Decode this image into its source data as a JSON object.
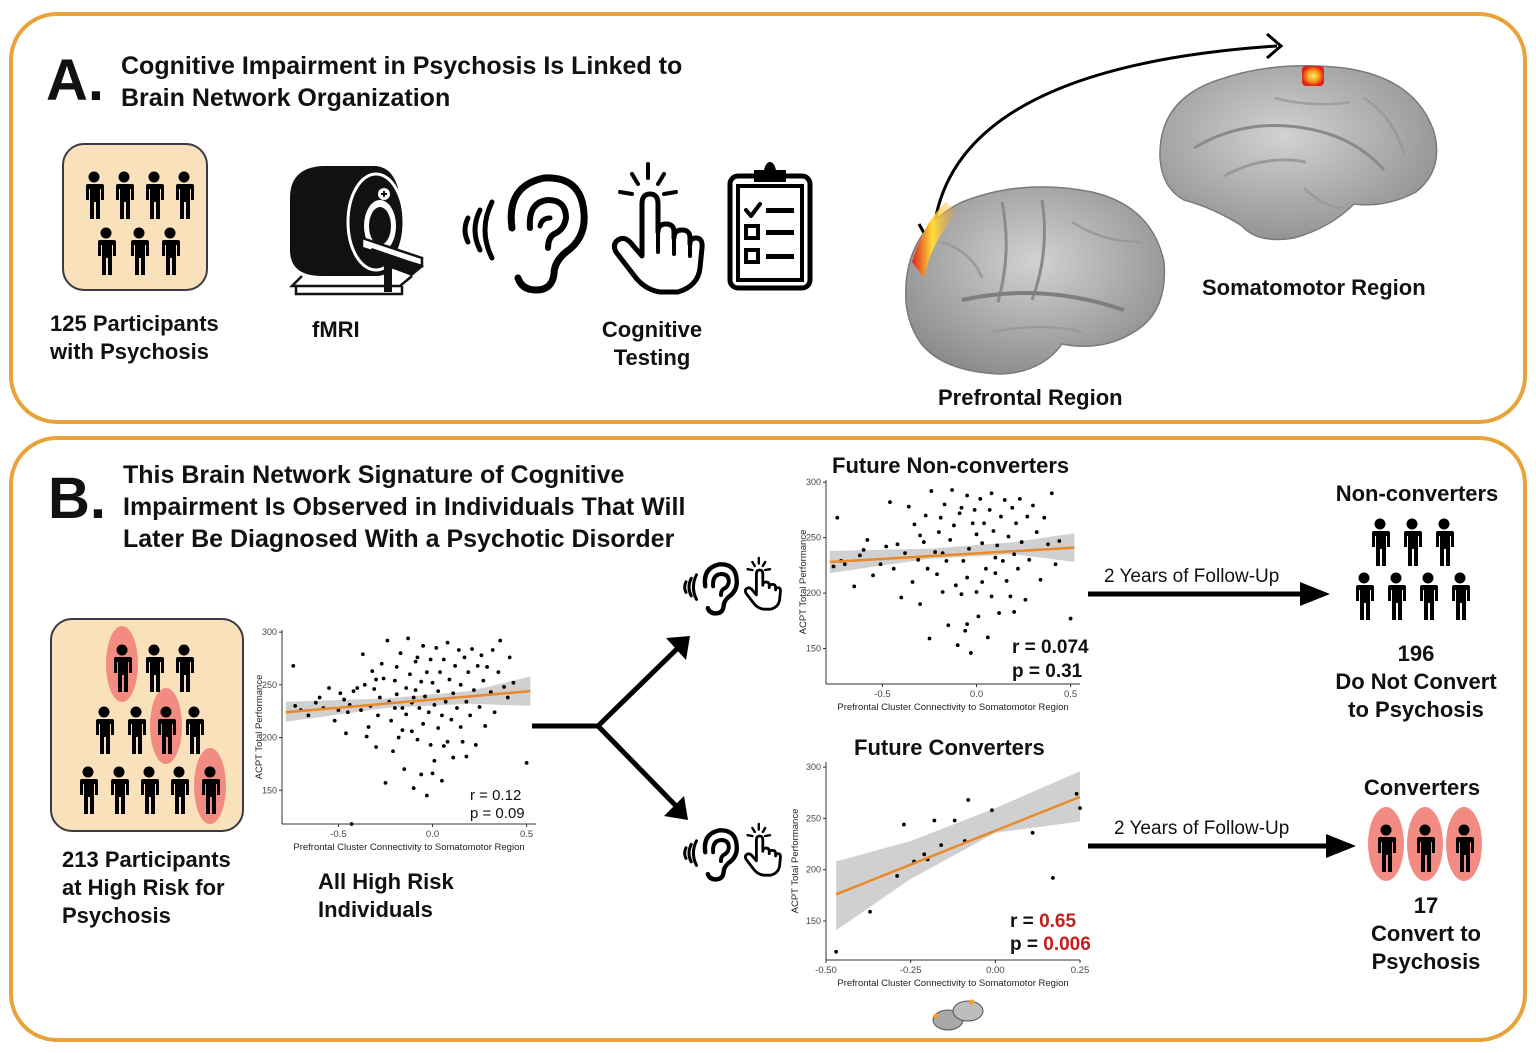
{
  "panel_a": {
    "letter": "A.",
    "heading_line1": "Cognitive Impairment in Psychosis Is Linked to",
    "heading_line2": "Brain Network Organization",
    "participants_line1": "125 Participants",
    "participants_line2": "with Psychosis",
    "fmri_label": "fMRI",
    "cognitive_line1": "Cognitive",
    "cognitive_line2": "Testing",
    "somatomotor_label": "Somatomotor Region",
    "prefrontal_label": "Prefrontal Region"
  },
  "panel_b": {
    "letter": "B.",
    "heading_line1": "This Brain Network Signature of Cognitive",
    "heading_line2": "Impairment Is Observed in Individuals That Will",
    "heading_line3": "Later Be Diagnosed With a Psychotic Disorder",
    "highrisk_line1": "213 Participants",
    "highrisk_line2": "at High Risk for",
    "highrisk_line3": "Psychosis",
    "allhigh_line1": "All High Risk",
    "allhigh_line2": "Individuals",
    "followup_nonconv": "2 Years of Follow-Up",
    "followup_conv": "2 Years of Follow-Up",
    "nonconv_title": "Non-converters",
    "nonconv_count": "196",
    "nonconv_line1": "Do Not Convert",
    "nonconv_line2": "to Psychosis",
    "conv_title": "Converters",
    "conv_count": "17",
    "conv_line1": "Convert to",
    "conv_line2": "Psychosis"
  },
  "colors": {
    "panel_border": "#e8a33a",
    "box_fill": "#f9e1bc",
    "fit_line": "#e8892a",
    "highlight": "#f28b82",
    "significant": "#c0201e"
  },
  "chart_data": [
    {
      "type": "scatter",
      "title": "",
      "xlabel": "Prefrontal Cluster Connectivity to Somatomotor Region",
      "ylabel": "ACPT Total Performance",
      "xlim": [
        -0.8,
        0.55
      ],
      "ylim": [
        118,
        302
      ],
      "xticks": [
        -0.5,
        0.0,
        0.5
      ],
      "xtick_labels": [
        "-0.5",
        "0.0",
        "0.5"
      ],
      "yticks": [
        150,
        200,
        250,
        300
      ],
      "ytick_labels": [
        "150",
        "200",
        "250",
        "300"
      ],
      "fit": {
        "x": [
          -0.78,
          0.52
        ],
        "y": [
          224,
          244
        ]
      },
      "ci_band": {
        "x": [
          -0.78,
          -0.25,
          0.2,
          0.52
        ],
        "lower": [
          215,
          228,
          232,
          230
        ],
        "upper": [
          234,
          237,
          244,
          258
        ]
      },
      "stat_r": "r = 0.12",
      "stat_p": "p = 0.09",
      "points": [
        [
          -0.74,
          268
        ],
        [
          -0.73,
          230
        ],
        [
          -0.7,
          226
        ],
        [
          -0.66,
          221
        ],
        [
          -0.62,
          233
        ],
        [
          -0.58,
          228
        ],
        [
          -0.55,
          247
        ],
        [
          -0.52,
          216
        ],
        [
          -0.5,
          226
        ],
        [
          -0.49,
          242
        ],
        [
          -0.47,
          236
        ],
        [
          -0.46,
          204
        ],
        [
          -0.45,
          224
        ],
        [
          -0.44,
          231
        ],
        [
          -0.43,
          118
        ],
        [
          -0.42,
          244
        ],
        [
          -0.4,
          247
        ],
        [
          -0.38,
          226
        ],
        [
          -0.37,
          279
        ],
        [
          -0.35,
          201
        ],
        [
          -0.34,
          210
        ],
        [
          -0.33,
          230
        ],
        [
          -0.32,
          263
        ],
        [
          -0.31,
          246
        ],
        [
          -0.3,
          191
        ],
        [
          -0.29,
          221
        ],
        [
          -0.28,
          238
        ],
        [
          -0.27,
          270
        ],
        [
          -0.26,
          256
        ],
        [
          -0.25,
          157
        ],
        [
          -0.24,
          292
        ],
        [
          -0.23,
          234
        ],
        [
          -0.22,
          216
        ],
        [
          -0.21,
          187
        ],
        [
          -0.2,
          254
        ],
        [
          -0.19,
          267
        ],
        [
          -0.19,
          241
        ],
        [
          -0.18,
          200
        ],
        [
          -0.17,
          280
        ],
        [
          -0.16,
          228
        ],
        [
          -0.15,
          170
        ],
        [
          -0.14,
          247
        ],
        [
          -0.14,
          222
        ],
        [
          -0.13,
          294
        ],
        [
          -0.12,
          260
        ],
        [
          -0.11,
          206
        ],
        [
          -0.11,
          233
        ],
        [
          -0.1,
          152
        ],
        [
          -0.09,
          272
        ],
        [
          -0.09,
          245
        ],
        [
          -0.08,
          198
        ],
        [
          -0.08,
          276
        ],
        [
          -0.07,
          228
        ],
        [
          -0.06,
          165
        ],
        [
          -0.06,
          253
        ],
        [
          -0.05,
          287
        ],
        [
          -0.05,
          213
        ],
        [
          -0.04,
          239
        ],
        [
          -0.03,
          145
        ],
        [
          -0.03,
          262
        ],
        [
          -0.02,
          224
        ],
        [
          -0.01,
          274
        ],
        [
          -0.01,
          193
        ],
        [
          0.0,
          252
        ],
        [
          0.01,
          231
        ],
        [
          0.01,
          178
        ],
        [
          0.02,
          285
        ],
        [
          0.03,
          244
        ],
        [
          0.03,
          209
        ],
        [
          0.04,
          262
        ],
        [
          0.05,
          221
        ],
        [
          0.05,
          159
        ],
        [
          0.06,
          274
        ],
        [
          0.07,
          234
        ],
        [
          0.08,
          196
        ],
        [
          0.08,
          290
        ],
        [
          0.09,
          255
        ],
        [
          0.1,
          217
        ],
        [
          0.11,
          242
        ],
        [
          0.11,
          181
        ],
        [
          0.12,
          268
        ],
        [
          0.13,
          228
        ],
        [
          0.14,
          283
        ],
        [
          0.15,
          210
        ],
        [
          0.15,
          250
        ],
        [
          0.16,
          196
        ],
        [
          0.17,
          276
        ],
        [
          0.18,
          234
        ],
        [
          0.19,
          262
        ],
        [
          0.2,
          221
        ],
        [
          0.21,
          284
        ],
        [
          0.22,
          245
        ],
        [
          0.23,
          193
        ],
        [
          0.24,
          268
        ],
        [
          0.25,
          229
        ],
        [
          0.26,
          278
        ],
        [
          0.27,
          254
        ],
        [
          0.28,
          211
        ],
        [
          0.29,
          267
        ],
        [
          0.31,
          243
        ],
        [
          0.32,
          283
        ],
        [
          0.33,
          224
        ],
        [
          0.35,
          262
        ],
        [
          0.36,
          292
        ],
        [
          0.38,
          248
        ],
        [
          0.4,
          238
        ],
        [
          0.41,
          276
        ],
        [
          0.43,
          252
        ],
        [
          0.5,
          176
        ],
        [
          -0.6,
          238
        ],
        [
          -0.36,
          250
        ],
        [
          -0.2,
          228
        ],
        [
          -0.1,
          238
        ],
        [
          0.18,
          182
        ],
        [
          0.06,
          192
        ],
        [
          -0.16,
          207
        ],
        [
          0.0,
          166
        ],
        [
          -0.3,
          255
        ]
      ]
    },
    {
      "type": "scatter",
      "title": "Future Non-converters",
      "xlabel": "Prefrontal Cluster Connectivity to Somatomotor Region",
      "ylabel": "ACPT Total Performance",
      "xlim": [
        -0.8,
        0.55
      ],
      "ylim": [
        118,
        302
      ],
      "xticks": [
        -0.5,
        0.0,
        0.5
      ],
      "xtick_labels": [
        "-0.5",
        "0.0",
        "0.5"
      ],
      "yticks": [
        150,
        200,
        250,
        300
      ],
      "ytick_labels": [
        "150",
        "200",
        "250",
        "300"
      ],
      "fit": {
        "x": [
          -0.78,
          0.52
        ],
        "y": [
          228,
          241
        ]
      },
      "ci_band": {
        "x": [
          -0.78,
          -0.25,
          0.2,
          0.52
        ],
        "lower": [
          218,
          231,
          235,
          228
        ],
        "upper": [
          238,
          240,
          246,
          254
        ]
      },
      "stat_r": "r = 0.074",
      "stat_p": "p = 0.31",
      "points": [
        [
          -0.76,
          224
        ],
        [
          -0.74,
          268
        ],
        [
          -0.72,
          229
        ],
        [
          -0.7,
          226
        ],
        [
          -0.65,
          206
        ],
        [
          -0.62,
          234
        ],
        [
          -0.58,
          248
        ],
        [
          -0.55,
          216
        ],
        [
          -0.51,
          226
        ],
        [
          -0.48,
          242
        ],
        [
          -0.46,
          282
        ],
        [
          -0.44,
          222
        ],
        [
          -0.42,
          244
        ],
        [
          -0.4,
          196
        ],
        [
          -0.38,
          236
        ],
        [
          -0.36,
          278
        ],
        [
          -0.34,
          210
        ],
        [
          -0.33,
          262
        ],
        [
          -0.31,
          230
        ],
        [
          -0.3,
          190
        ],
        [
          -0.28,
          246
        ],
        [
          -0.27,
          270
        ],
        [
          -0.26,
          222
        ],
        [
          -0.25,
          159
        ],
        [
          -0.24,
          292
        ],
        [
          -0.22,
          237
        ],
        [
          -0.21,
          217
        ],
        [
          -0.2,
          255
        ],
        [
          -0.19,
          268
        ],
        [
          -0.18,
          201
        ],
        [
          -0.17,
          280
        ],
        [
          -0.16,
          229
        ],
        [
          -0.15,
          171
        ],
        [
          -0.14,
          248
        ],
        [
          -0.13,
          293
        ],
        [
          -0.12,
          261
        ],
        [
          -0.11,
          207
        ],
        [
          -0.1,
          153
        ],
        [
          -0.09,
          272
        ],
        [
          -0.08,
          199
        ],
        [
          -0.08,
          277
        ],
        [
          -0.07,
          229
        ],
        [
          -0.06,
          166
        ],
        [
          -0.05,
          288
        ],
        [
          -0.05,
          214
        ],
        [
          -0.04,
          240
        ],
        [
          -0.03,
          146
        ],
        [
          -0.02,
          263
        ],
        [
          -0.01,
          275
        ],
        [
          0.0,
          253
        ],
        [
          0.01,
          179
        ],
        [
          0.02,
          285
        ],
        [
          0.03,
          245
        ],
        [
          0.03,
          210
        ],
        [
          0.04,
          263
        ],
        [
          0.05,
          222
        ],
        [
          0.06,
          160
        ],
        [
          0.07,
          275
        ],
        [
          0.08,
          197
        ],
        [
          0.08,
          290
        ],
        [
          0.09,
          256
        ],
        [
          0.1,
          218
        ],
        [
          0.11,
          243
        ],
        [
          0.12,
          182
        ],
        [
          0.13,
          269
        ],
        [
          0.14,
          229
        ],
        [
          0.15,
          284
        ],
        [
          0.16,
          211
        ],
        [
          0.17,
          251
        ],
        [
          0.18,
          197
        ],
        [
          0.19,
          277
        ],
        [
          0.2,
          235
        ],
        [
          0.21,
          263
        ],
        [
          0.22,
          222
        ],
        [
          0.23,
          285
        ],
        [
          0.24,
          246
        ],
        [
          0.26,
          194
        ],
        [
          0.27,
          269
        ],
        [
          0.28,
          230
        ],
        [
          0.3,
          279
        ],
        [
          0.32,
          255
        ],
        [
          0.34,
          212
        ],
        [
          0.36,
          268
        ],
        [
          0.38,
          244
        ],
        [
          0.4,
          290
        ],
        [
          0.42,
          226
        ],
        [
          0.44,
          247
        ],
        [
          0.5,
          177
        ],
        [
          -0.6,
          239
        ],
        [
          -0.3,
          252
        ],
        [
          -0.18,
          236
        ],
        [
          0.0,
          201
        ],
        [
          0.2,
          183
        ],
        [
          -0.05,
          172
        ],
        [
          0.1,
          232
        ]
      ]
    },
    {
      "type": "scatter",
      "title": "Future Converters",
      "xlabel": "Prefrontal Cluster Connectivity to Somatomotor Region",
      "ylabel": "ACPT Total Performance",
      "xlim": [
        -0.5,
        0.25
      ],
      "ylim": [
        112,
        305
      ],
      "xticks": [
        -0.5,
        -0.25,
        0.0,
        0.25
      ],
      "xtick_labels": [
        "-0.50",
        "-0.25",
        "0.00",
        "0.25"
      ],
      "yticks": [
        150,
        200,
        250,
        300
      ],
      "ytick_labels": [
        "150",
        "200",
        "250",
        "300"
      ],
      "fit": {
        "x": [
          -0.47,
          0.25
        ],
        "y": [
          176,
          271
        ]
      },
      "ci_band": {
        "x": [
          -0.47,
          -0.25,
          0.0,
          0.25
        ],
        "lower": [
          141,
          191,
          236,
          247
        ],
        "upper": [
          208,
          228,
          260,
          296
        ]
      },
      "stat_r_label": "r = ",
      "stat_r_value": "0.65",
      "stat_p_label": "p = ",
      "stat_p_value": "0.006",
      "points": [
        [
          -0.47,
          120
        ],
        [
          -0.37,
          159
        ],
        [
          -0.29,
          194
        ],
        [
          -0.27,
          244
        ],
        [
          -0.24,
          208
        ],
        [
          -0.21,
          215
        ],
        [
          -0.18,
          248
        ],
        [
          -0.16,
          224
        ],
        [
          -0.12,
          248
        ],
        [
          -0.08,
          268
        ],
        [
          -0.09,
          228
        ],
        [
          -0.01,
          258
        ],
        [
          0.11,
          236
        ],
        [
          0.17,
          192
        ],
        [
          0.24,
          274
        ],
        [
          0.25,
          260
        ],
        [
          -0.2,
          210
        ]
      ]
    }
  ]
}
